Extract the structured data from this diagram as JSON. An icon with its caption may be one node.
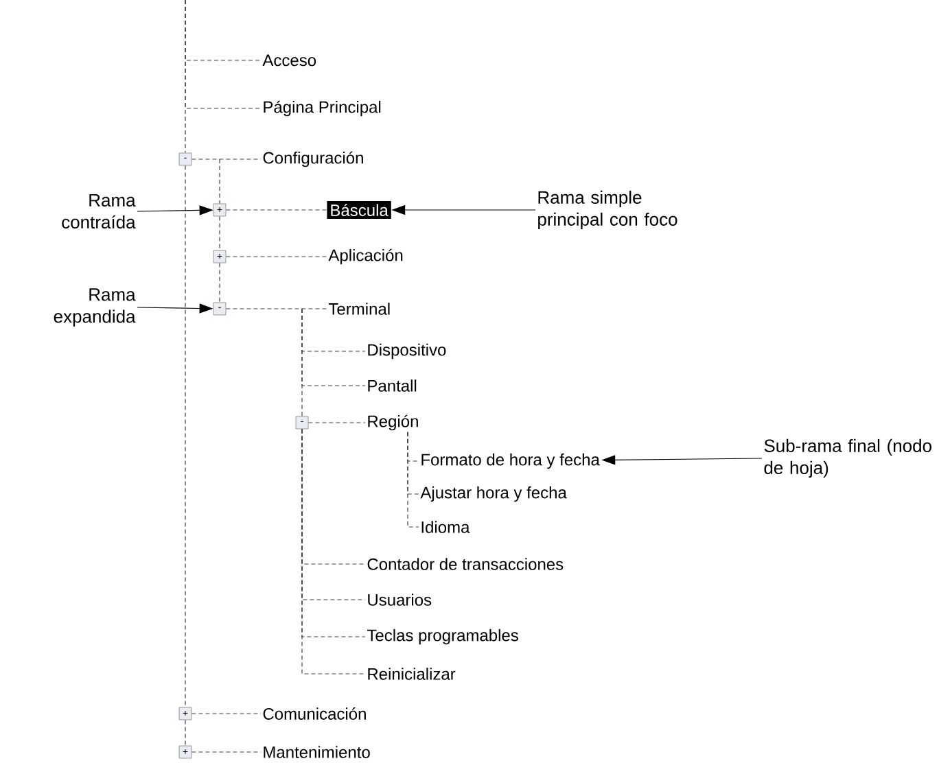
{
  "diagram": {
    "nodes": [
      {
        "text": [
          "Acceso"
        ]
      },
      {
        "text": [
          "Página Principal"
        ]
      },
      {
        "text": [
          "-"
        ]
      },
      {
        "text": [
          "Configuración"
        ]
      },
      {
        "text": [
          "Rama contraída"
        ]
      },
      {
        "text": [
          "+"
        ]
      },
      {
        "text": [
          "Báscula"
        ]
      },
      {
        "text": [
          "Rama simple principal con foco"
        ]
      },
      {
        "text": [
          "+"
        ]
      },
      {
        "text": [
          "Aplicación"
        ]
      },
      {
        "text": [
          "Rama expandida"
        ]
      },
      {
        "text": [
          "-"
        ]
      },
      {
        "text": [
          "Terminal"
        ]
      },
      {
        "text": [
          "Dispositivo"
        ]
      },
      {
        "text": [
          "Pantall"
        ]
      },
      {
        "text": [
          "-"
        ]
      },
      {
        "text": [
          "Región"
        ]
      },
      {
        "text": [
          "Formato de hora y fecha"
        ]
      },
      {
        "text": [
          "Sub-rama final (nodo de hoja)"
        ]
      },
      {
        "text": [
          "Ajustar hora y fecha"
        ]
      },
      {
        "text": [
          "Idioma"
        ]
      },
      {
        "text": [
          "Contador de transacciones"
        ]
      },
      {
        "text": [
          "Usuarios"
        ]
      },
      {
        "text": [
          "Teclas programables"
        ]
      },
      {
        "text": [
          "Reinicializar"
        ]
      },
      {
        "text": [
          "+"
        ]
      },
      {
        "text": [
          "Comunicación"
        ]
      },
      {
        "text": [
          "+"
        ]
      },
      {
        "text": [
          "Mantenimiento"
        ]
      }
    ],
    "edges": [
      {
        "from": null,
        "to": 0,
        "arrow": "none",
        "style": "dashed"
      },
      {
        "from": null,
        "to": 1,
        "arrow": "none",
        "style": "dashed"
      },
      {
        "from": null,
        "to": 2,
        "arrow": "none",
        "style": "dashed"
      },
      {
        "from": 2,
        "to": 3,
        "arrow": "none",
        "style": "dashed"
      },
      {
        "from": 3,
        "to": 5,
        "arrow": "none",
        "style": "dashed"
      },
      {
        "from": 5,
        "to": 6,
        "arrow": "none",
        "style": "dashed"
      },
      {
        "from": 5,
        "to": 8,
        "arrow": "none",
        "style": "dashed"
      },
      {
        "from": 8,
        "to": 9,
        "arrow": "none",
        "style": "dashed"
      },
      {
        "from": 8,
        "to": 11,
        "arrow": "none",
        "style": "dashed"
      },
      {
        "from": 11,
        "to": 12,
        "arrow": "none",
        "style": "dashed"
      },
      {
        "from": 12,
        "to": 13,
        "arrow": "none",
        "style": "dashed"
      },
      {
        "from": 12,
        "to": 14,
        "arrow": "none",
        "style": "dashed"
      },
      {
        "from": 12,
        "to": 15,
        "arrow": "none",
        "style": "dashed"
      },
      {
        "from": 15,
        "to": 16,
        "arrow": "none",
        "style": "dashed"
      },
      {
        "from": 16,
        "to": 17,
        "arrow": "none",
        "style": "dashed"
      },
      {
        "from": 16,
        "to": 19,
        "arrow": "none",
        "style": "dashed"
      },
      {
        "from": 16,
        "to": 20,
        "arrow": "none",
        "style": "dashed"
      },
      {
        "from": 15,
        "to": 21,
        "arrow": "none",
        "style": "dashed"
      },
      {
        "from": 15,
        "to": 22,
        "arrow": "none",
        "style": "dashed"
      },
      {
        "from": 15,
        "to": 23,
        "arrow": "none",
        "style": "dashed"
      },
      {
        "from": 15,
        "to": 24,
        "arrow": "none",
        "style": "dashed"
      },
      {
        "from": 2,
        "to": 25,
        "arrow": "none",
        "style": "dashed"
      },
      {
        "from": 25,
        "to": 26,
        "arrow": "none",
        "style": "dashed"
      },
      {
        "from": 25,
        "to": 27,
        "arrow": "none",
        "style": "dashed"
      },
      {
        "from": 27,
        "to": 28,
        "arrow": "none",
        "style": "dashed"
      },
      {
        "from": 4,
        "to": 5,
        "arrow": "to"
      },
      {
        "from": 7,
        "to": 6,
        "arrow": "to"
      },
      {
        "from": 10,
        "to": 11,
        "arrow": "to"
      },
      {
        "from": 18,
        "to": 17,
        "arrow": "to"
      }
    ]
  }
}
